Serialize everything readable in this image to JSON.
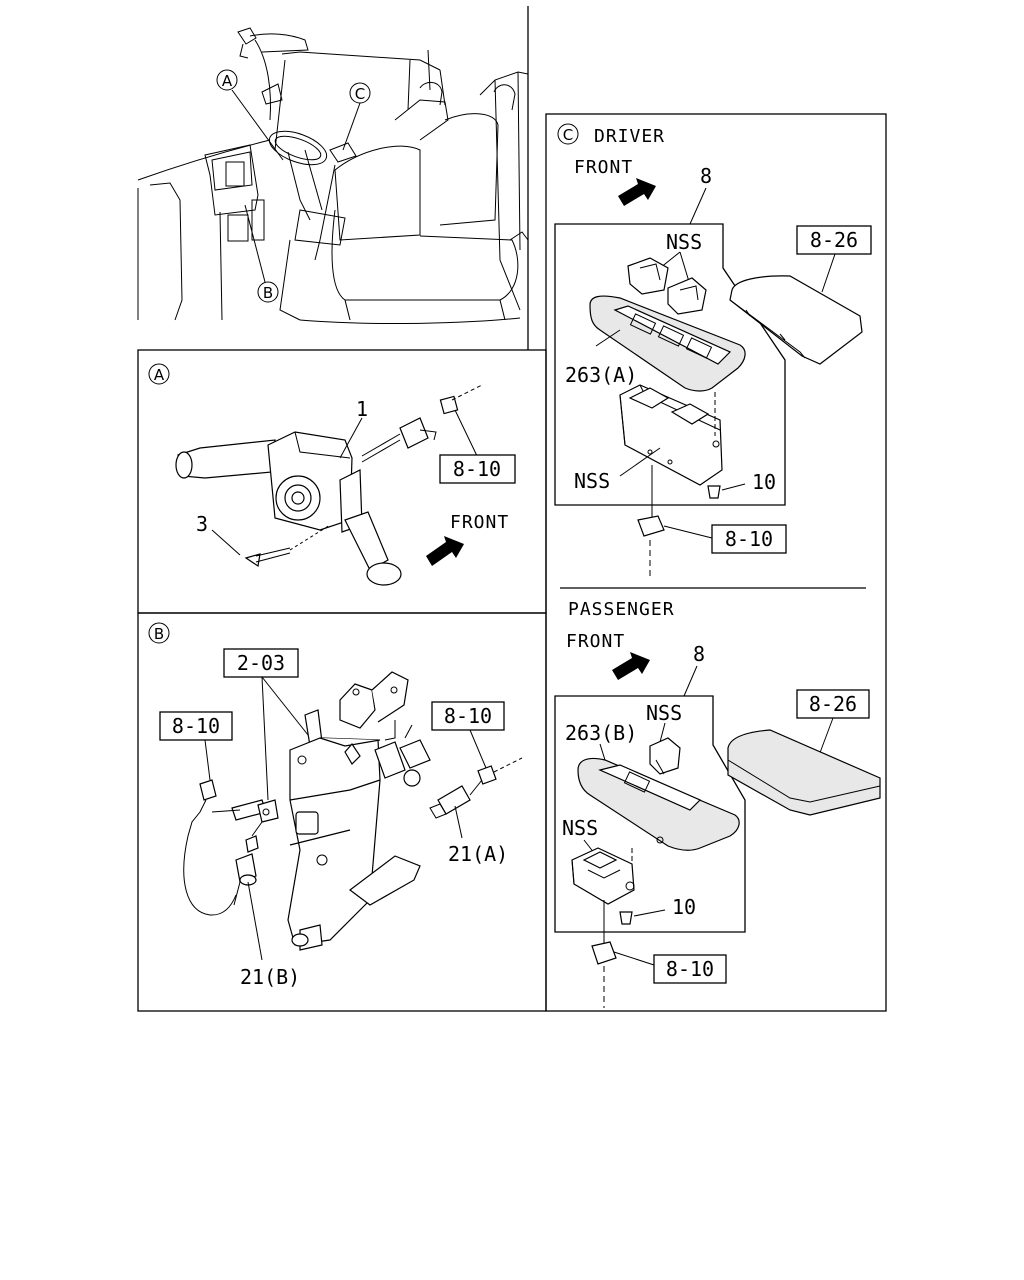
{
  "overview": {
    "callout_a": "A",
    "callout_b": "B",
    "callout_c": "C"
  },
  "panel_a": {
    "tag": "A",
    "part_1": "1",
    "part_3": "3",
    "ref_8_10": "8-10",
    "front": "FRONT"
  },
  "panel_b": {
    "tag": "B",
    "ref_2_03": "2-03",
    "ref_8_10_left": "8-10",
    "ref_8_10_right": "8-10",
    "part_21a": "21(A)",
    "part_21b": "21(B)"
  },
  "panel_c": {
    "tag": "C",
    "driver": {
      "title": "DRIVER",
      "front": "FRONT",
      "part_8": "8",
      "nss_top": "NSS",
      "ref_8_26": "8-26",
      "part_263a": "263(A)",
      "nss_bottom": "NSS",
      "part_10": "10",
      "ref_8_10": "8-10"
    },
    "passenger": {
      "title": "PASSENGER",
      "front": "FRONT",
      "part_8": "8",
      "nss_top": "NSS",
      "ref_8_26": "8-26",
      "part_263b": "263(B)",
      "nss_bottom": "NSS",
      "part_10": "10",
      "ref_8_10": "8-10"
    }
  }
}
